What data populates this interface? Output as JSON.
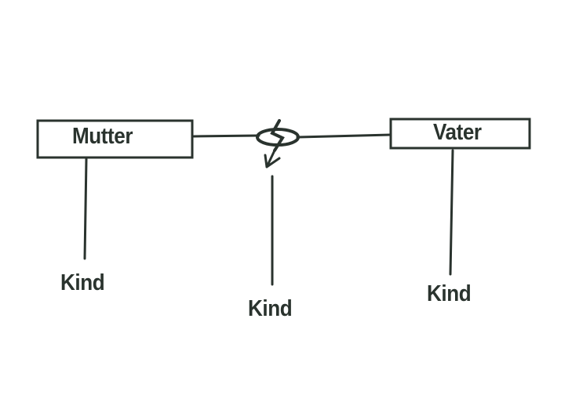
{
  "nodes": {
    "mother": "Mutter",
    "father": "Vater",
    "child_left": "Kind",
    "child_center": "Kind",
    "child_right": "Kind"
  },
  "colors": {
    "ink": "#2a332e",
    "background": "#ffffff"
  },
  "icons": {
    "relationship": "broken-link-lightning-icon"
  }
}
